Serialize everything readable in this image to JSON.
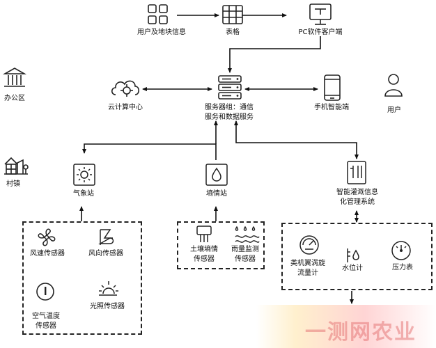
{
  "nodes": {
    "users_land": "用户及地块信息",
    "table": "表格",
    "pc_client": "PC软件客户端",
    "office": "办公区",
    "cloud": "云计算中心",
    "server_line1": "服务器组：通信",
    "server_line2": "服务和数据服务",
    "mobile": "手机智能端",
    "user": "用户",
    "village": "村镇",
    "weather": "气象站",
    "soil_station": "墒情站",
    "irrigation_line1": "智能灌溉信息",
    "irrigation_line2": "化管理系统"
  },
  "weather_sensors": {
    "wind_speed": "风速传感器",
    "wind_dir": "风向传感器",
    "air_temp_line1": "空气温度",
    "air_temp_line2": "传感器",
    "light": "光照传感器"
  },
  "soil_sensors": {
    "soil_line1": "土壤墒情",
    "soil_line2": "传感器",
    "rain_line1": "雨量监测",
    "rain_line2": "传感器"
  },
  "irrigation_devices": {
    "flow_line1": "类机翼涡旋",
    "flow_line2": "流量计",
    "level": "水位计",
    "pressure": "压力表"
  },
  "watermark": "一测网农业"
}
